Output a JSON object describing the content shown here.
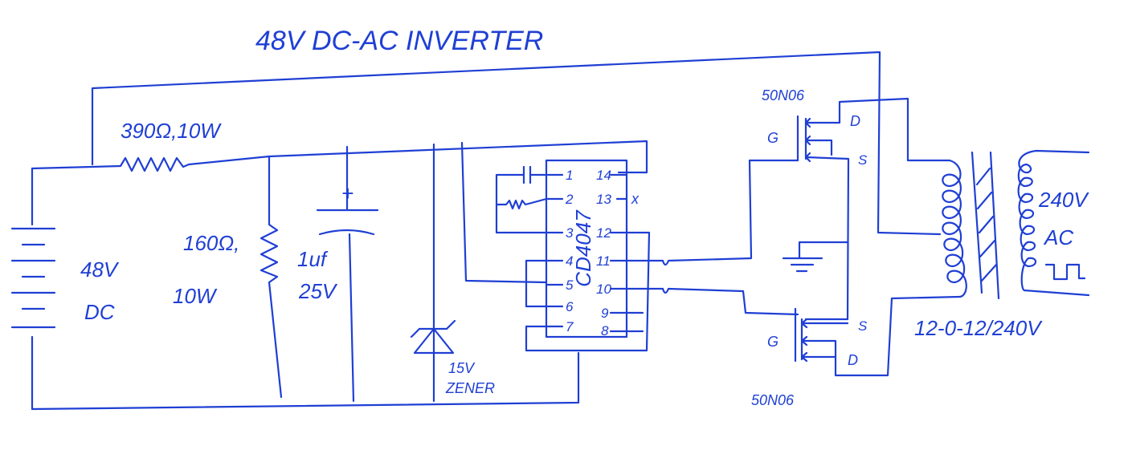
{
  "title": "48V DC-AC INVERTER",
  "battery": {
    "voltage": "48V",
    "type": "DC"
  },
  "resistor_series": {
    "label": "390Ω,10W"
  },
  "resistor_shunt": {
    "value": "160Ω,",
    "power": "10W"
  },
  "capacitor": {
    "value": "1uf",
    "voltage": "25V",
    "polarity": "+"
  },
  "zener": {
    "voltage": "15V",
    "type": "ZENER"
  },
  "ic": {
    "name": "CD4047",
    "left_pins": [
      "1",
      "2",
      "3",
      "4",
      "5",
      "6",
      "7"
    ],
    "right_pins": [
      "14",
      "13",
      "12",
      "11",
      "10",
      "9",
      "8"
    ],
    "nc_mark": "x"
  },
  "mosfet_top": {
    "part": "50N06",
    "gate": "G",
    "drain": "D",
    "source": "S"
  },
  "mosfet_bottom": {
    "part": "50N06",
    "gate": "G",
    "drain": "D",
    "source": "S"
  },
  "transformer": {
    "rating": "12-0-12/240V"
  },
  "output": {
    "voltage": "240V",
    "type": "AC",
    "waveform": "square-wave"
  },
  "colors": {
    "ink": "#1f3fd4",
    "paper": "#ffffff"
  }
}
